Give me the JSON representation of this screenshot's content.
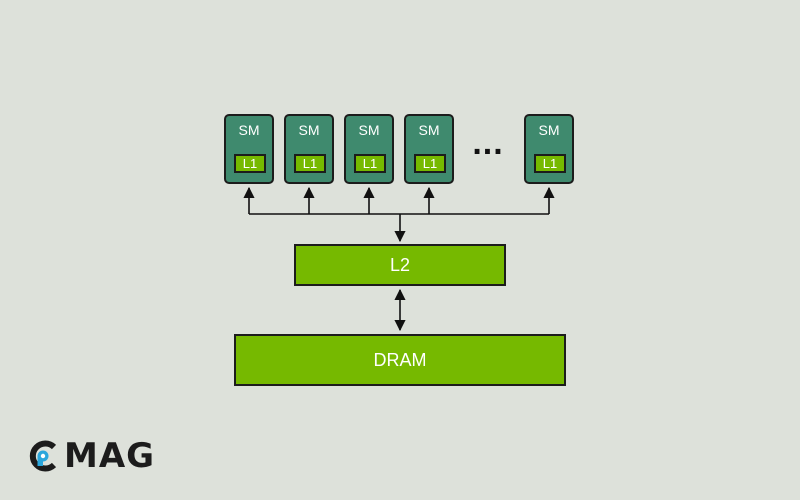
{
  "diagram": {
    "sm_units": [
      {
        "sm": "SM",
        "l1": "L1"
      },
      {
        "sm": "SM",
        "l1": "L1"
      },
      {
        "sm": "SM",
        "l1": "L1"
      },
      {
        "sm": "SM",
        "l1": "L1"
      },
      {
        "sm": "SM",
        "l1": "L1"
      }
    ],
    "ellipsis": "...",
    "l2": "L2",
    "dram": "DRAM"
  },
  "logo": {
    "text": "MAG"
  },
  "colors": {
    "background": "#dde1da",
    "sm_fill": "#3f8a6e",
    "cache_fill": "#76b900",
    "stroke": "#1c1c1c",
    "logo_accent": "#2aa6dc"
  }
}
